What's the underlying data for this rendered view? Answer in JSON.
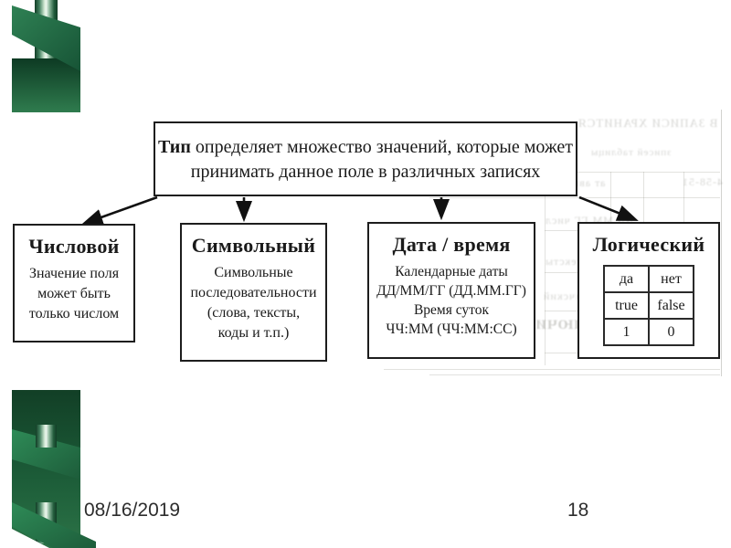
{
  "diagram": {
    "root": {
      "term": "Тип",
      "line1_rest": "определяет множество значений, которые может",
      "line2": "принимать данное поле в различных записях"
    },
    "types": [
      {
        "title": "Числовой",
        "lines": [
          "Значение поля",
          "может быть",
          "только числом"
        ]
      },
      {
        "title": "Символьный",
        "lines": [
          "Символьные",
          "последовательности",
          "(слова, тексты,",
          "коды и т.п.)"
        ]
      },
      {
        "title": "Дата / время",
        "lines": [
          "Календарные даты",
          "ДД/ММ/ГГ (ДД.ММ.ГГ)",
          "Время суток",
          "ЧЧ:ММ (ЧЧ:ММ:СС)"
        ]
      },
      {
        "title": "Логический",
        "table": [
          [
            "да",
            "нет"
          ],
          [
            "true",
            "false"
          ],
          [
            "1",
            "0"
          ]
        ]
      }
    ]
  },
  "footer": {
    "date": "08/16/2019",
    "page_number": "18"
  },
  "artifacts": {
    "note": "illegible mirrored bleed-through from scanned page",
    "smudges": [
      {
        "text": "В ЗАПИСИ ХРАНИТСЯ"
      },
      {
        "text": "зписей таблицы"
      },
      {
        "text": "число игп"
      },
      {
        "text": "ат авылгД"
      },
      {
        "text": "4-58-51"
      },
      {
        "text": "ДД.ММ.ГГ числ"
      },
      {
        "text": "словая тексты"
      },
      {
        "text": "логичский"
      },
      {
        "text": "КЛЮЧИ ПОЛЯ"
      }
    ]
  },
  "colors": {
    "box_border": "#1d1d1d",
    "text": "#1a1a1a",
    "template_green_dark": "#123f26",
    "template_green_mid": "#2e7d4f",
    "template_green_light": "#cfe7d2"
  }
}
